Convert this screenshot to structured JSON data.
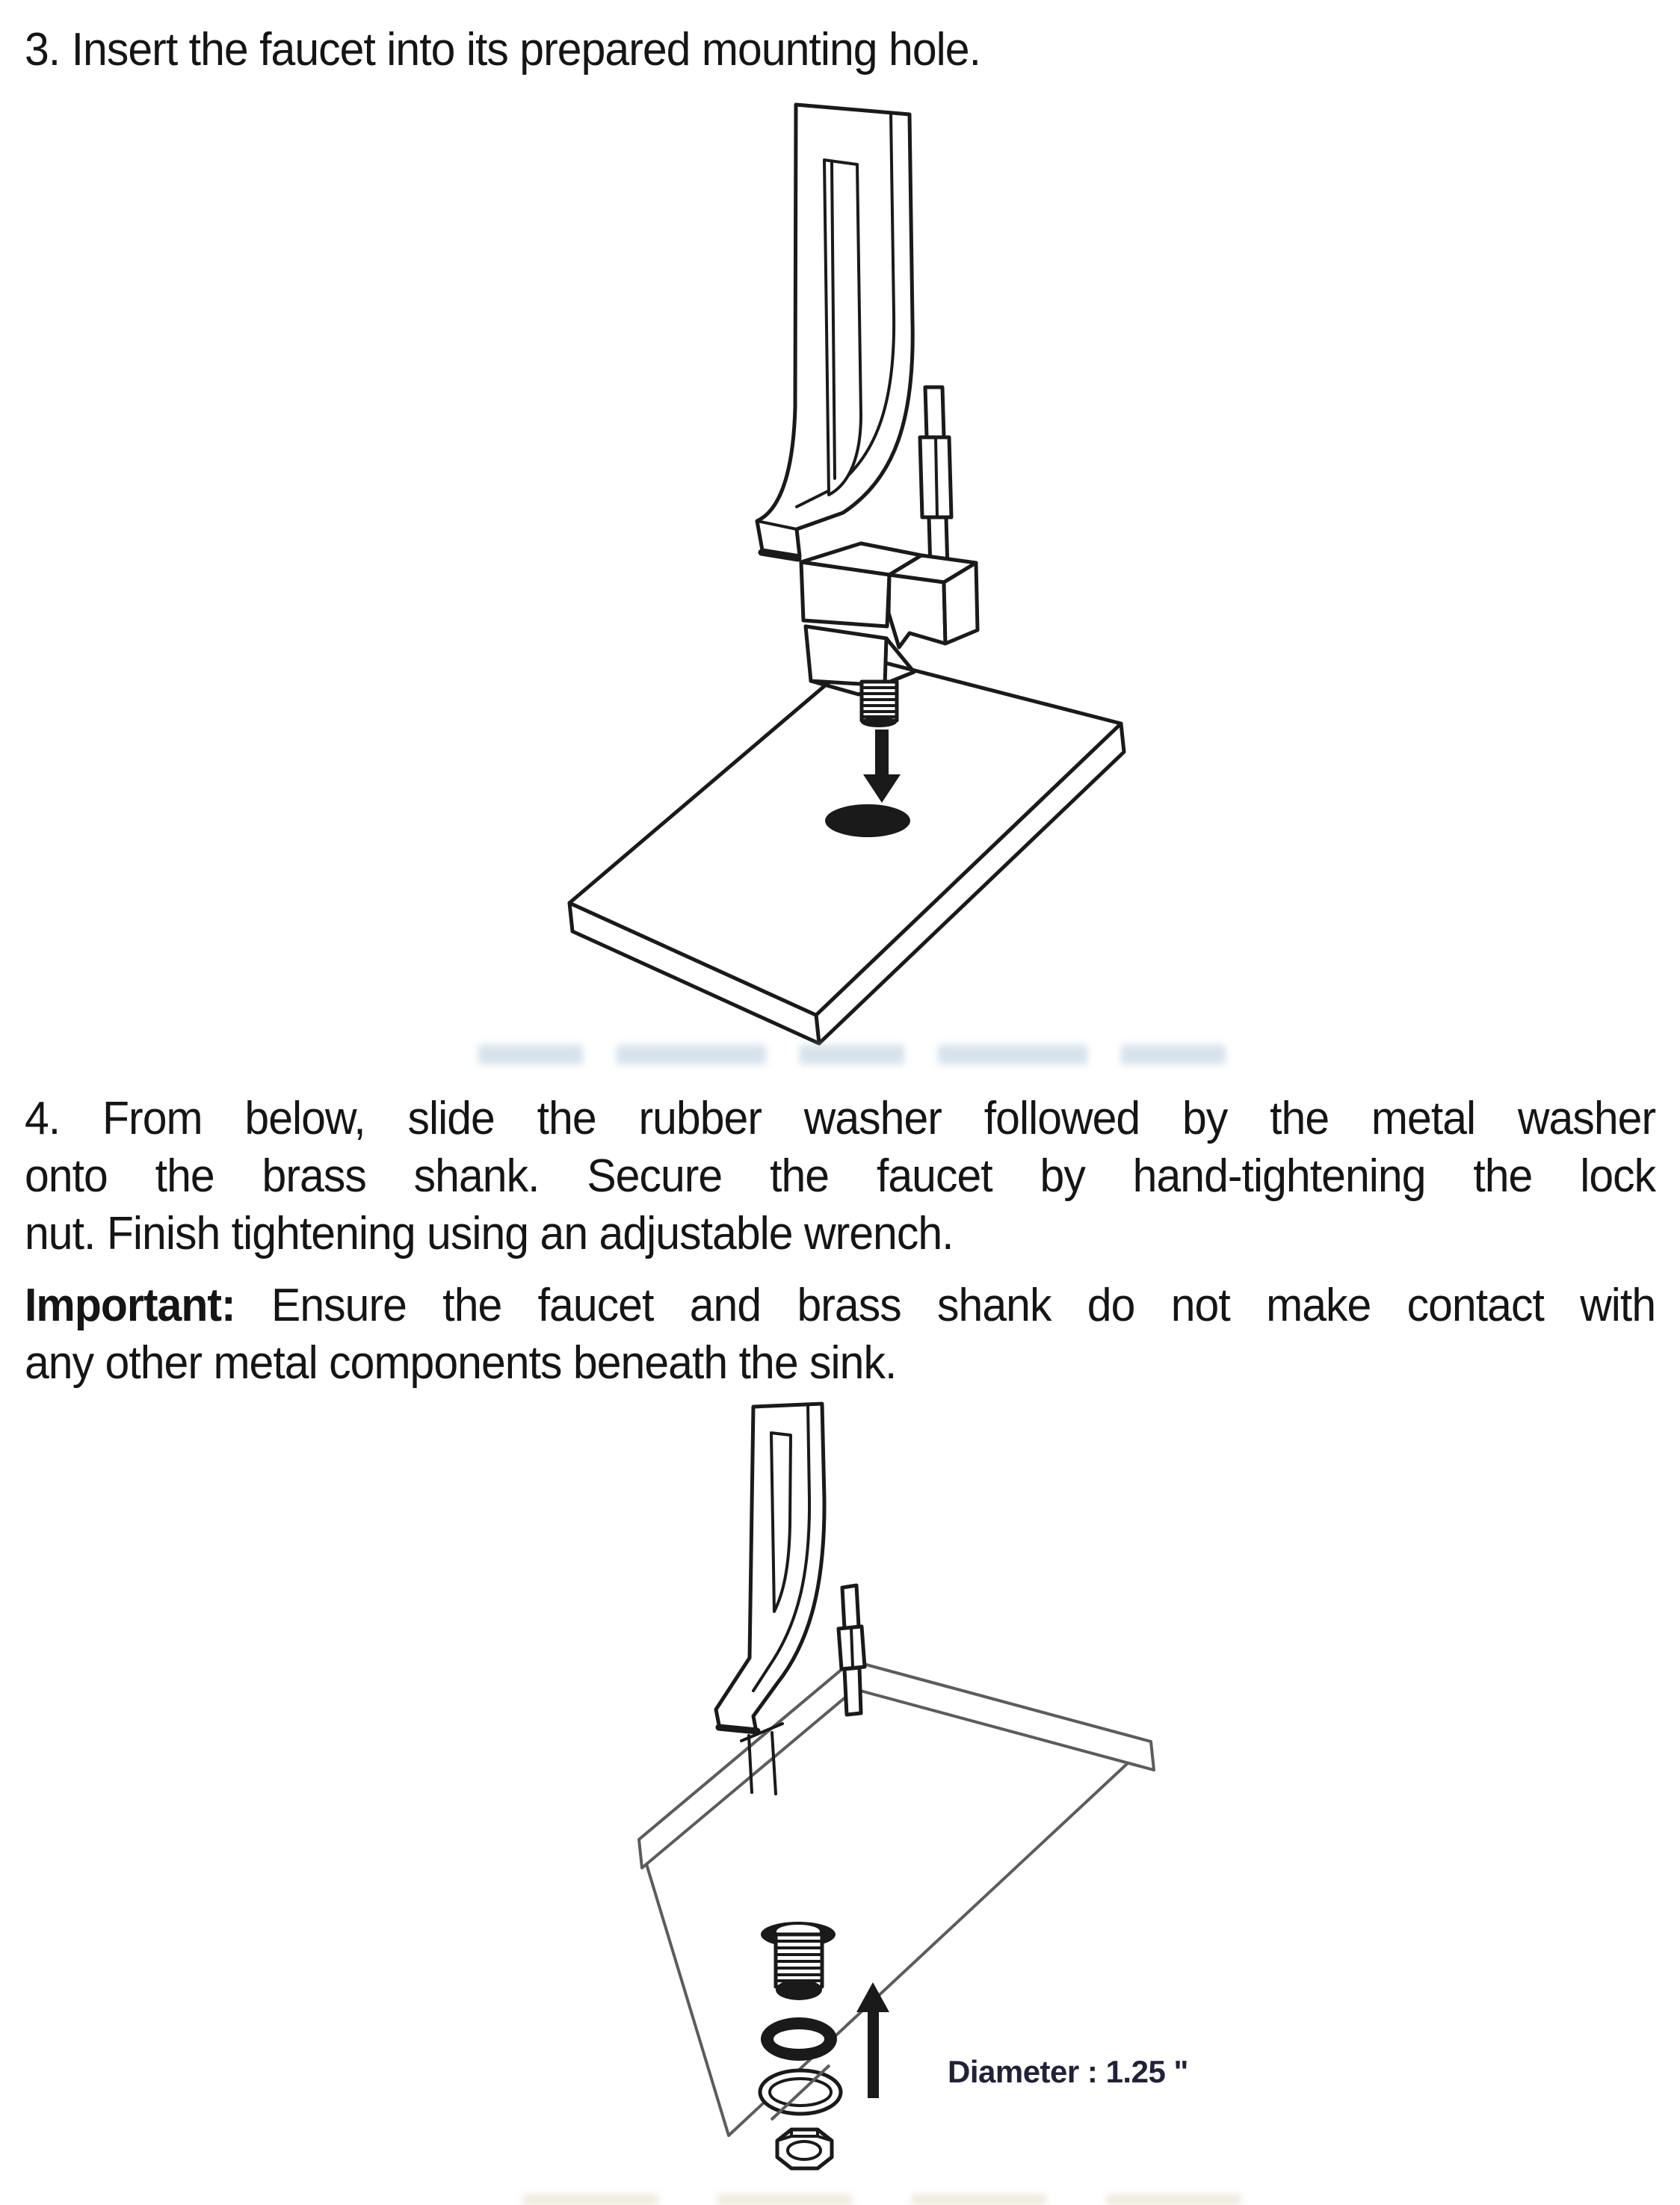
{
  "document": {
    "step3": {
      "text": "3. Insert the faucet into its prepared mounting hole."
    },
    "step4": {
      "lines": [
        "4. From below, slide the rubber washer followed by the metal washer",
        "onto the brass shank. Secure the faucet by hand-tightening the lock",
        "nut. Finish tightening using an adjustable wrench."
      ]
    },
    "important": {
      "label": "Important:",
      "line1_rest": "Ensure the faucet and brass shank do not make contact with",
      "line2": "any other metal components beneath the sink."
    },
    "figure2": {
      "diameter_label": "Diameter : 1.25 \""
    }
  },
  "colors": {
    "background": "#ffffff",
    "ink": "#1a1a1a",
    "slab_line_fig2": "#5c5c5c",
    "diameter_label": "#21213a",
    "ghost_watermark": "#aec5d8"
  }
}
